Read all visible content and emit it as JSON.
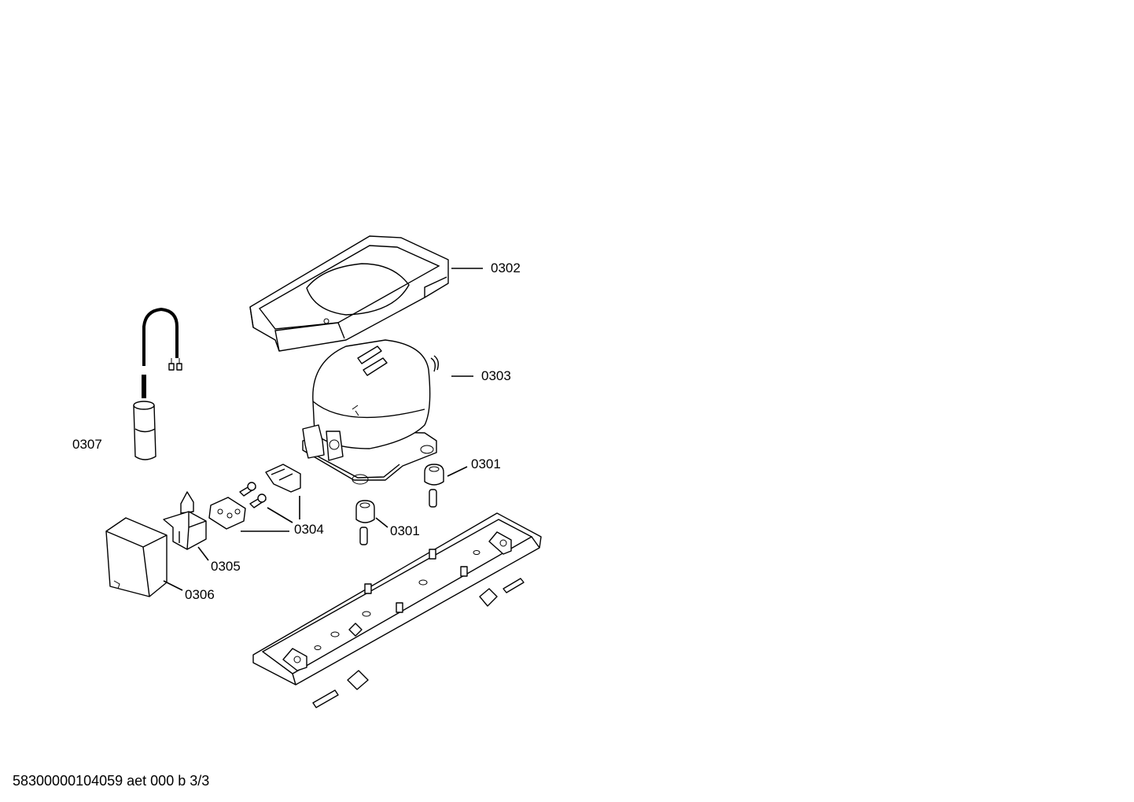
{
  "colors": {
    "background": "#ffffff",
    "ink": "#000000"
  },
  "parts": {
    "p0302": "0302",
    "p0303": "0303",
    "p0307": "0307",
    "p0301a": "0301",
    "p0301b": "0301",
    "p0304": "0304",
    "p0305": "0305",
    "p0306": "0306"
  },
  "footer": {
    "document_code": "58300000104059 aet 000 b 3/3"
  }
}
